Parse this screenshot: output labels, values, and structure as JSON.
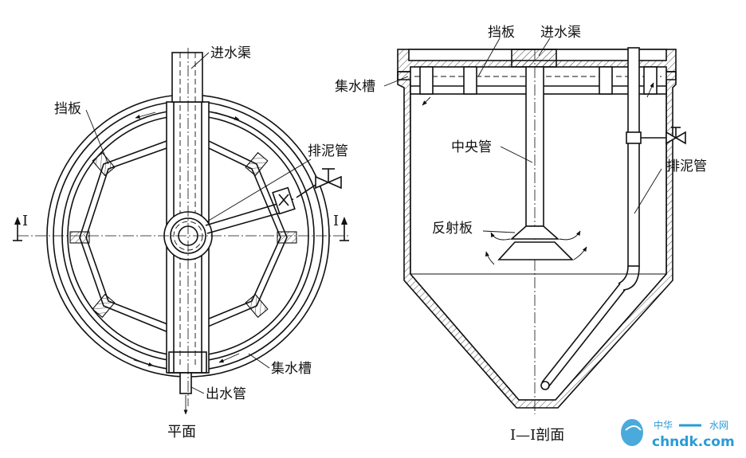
{
  "plan": {
    "label_inlet_channel": "进水渠",
    "label_baffle": "挡板",
    "label_sludge_pipe": "排泥管",
    "label_collect_trough": "集水槽",
    "label_outlet_pipe": "出水管",
    "caption": "平面",
    "section_mark": "I"
  },
  "section": {
    "label_baffle": "挡板",
    "label_inlet_channel": "进水渠",
    "label_collect_trough": "集水槽",
    "label_center_pipe": "中央管",
    "label_sludge_pipe": "排泥管",
    "label_reflector": "反射板",
    "caption": "I—I剖面"
  },
  "watermark": {
    "top": "中华",
    "top_right": "水网",
    "site": "chndk.com"
  },
  "colors": {
    "line": "#111111",
    "watermark": "#2a9bd6",
    "background": "#ffffff"
  }
}
